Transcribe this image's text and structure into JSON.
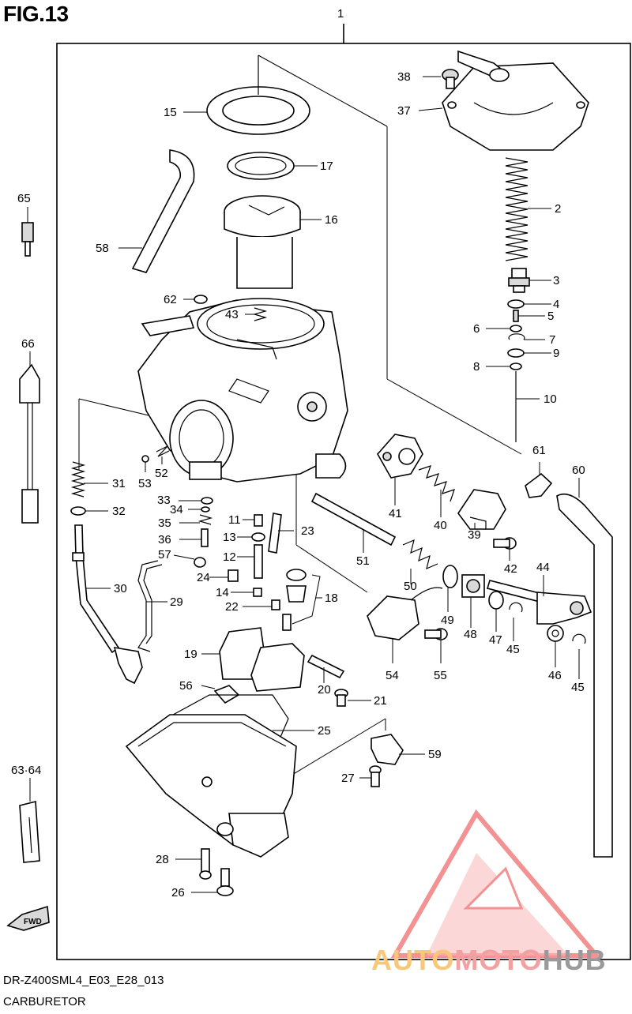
{
  "figure": {
    "title": "FIG.13",
    "model_code": "DR-Z400SML4_E03_E28_013",
    "name": "CARBURETOR",
    "fwd_label": "FWD"
  },
  "watermark": {
    "part1": "AUTO",
    "part2": "MOTO",
    "part3": "HUB",
    "colors": {
      "auto": "#f7c77a",
      "moto": "#f2a0a0",
      "hub": "#9a9a9a",
      "triangle": "#f08080"
    }
  },
  "callouts": {
    "c1": "1",
    "c2": "2",
    "c3": "3",
    "c4": "4",
    "c5": "5",
    "c6": "6",
    "c7": "7",
    "c8": "8",
    "c9": "9",
    "c10": "10",
    "c11": "11",
    "c12": "12",
    "c13": "13",
    "c14": "14",
    "c15": "15",
    "c16": "16",
    "c17": "17",
    "c18": "18",
    "c19": "19",
    "c20": "20",
    "c21": "21",
    "c22": "22",
    "c23": "23",
    "c24": "24",
    "c25": "25",
    "c26": "26",
    "c27": "27",
    "c28": "28",
    "c29": "29",
    "c30": "30",
    "c31": "31",
    "c32": "32",
    "c33": "33",
    "c34": "34",
    "c35": "35",
    "c36": "36",
    "c37": "37",
    "c38": "38",
    "c39": "39",
    "c40": "40",
    "c41": "41",
    "c42": "42",
    "c43": "43",
    "c44": "44",
    "c45a": "45",
    "c45b": "45",
    "c46": "46",
    "c47": "47",
    "c48": "48",
    "c49": "49",
    "c50": "50",
    "c51": "51",
    "c52": "52",
    "c53": "53",
    "c54": "54",
    "c55": "55",
    "c56": "56",
    "c57": "57",
    "c58": "58",
    "c59": "59",
    "c60": "60",
    "c61": "61",
    "c62": "62",
    "c6364": "63·64",
    "c65": "65",
    "c66": "66"
  }
}
